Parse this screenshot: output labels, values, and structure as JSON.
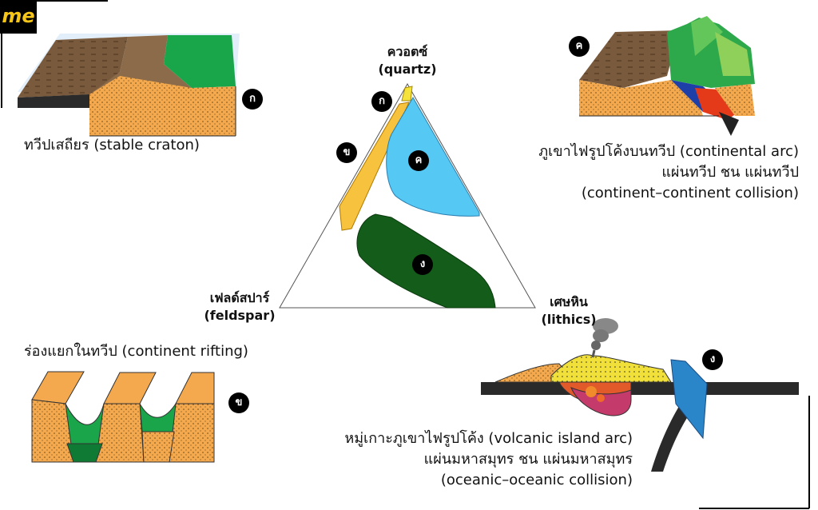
{
  "logo_text": "me",
  "vertices": {
    "quartz_th": "ควอตซ์",
    "quartz_en": "(quartz)",
    "feldspar_th": "เฟลด์สปาร์",
    "feldspar_en": "(feldspar)",
    "lithics_th": "เศษหิน",
    "lithics_en": "(lithics)"
  },
  "badges": {
    "a": "ก",
    "b": "ข",
    "c": "ค",
    "d": "ง"
  },
  "captions": {
    "craton": "ทวีปเสถียร (stable craton)",
    "arc_line1": "ภูเขาไฟรูปโค้งบนทวีป (continental arc)",
    "arc_line2": "แผ่นทวีป ชน แผ่นทวีป",
    "arc_line3": "(continent–continent collision)",
    "rift": "ร่องแยกในทวีป (continent rifting)",
    "island_line1": "หมู่เกาะภูเขาไฟรูปโค้ง (volcanic island arc)",
    "island_line2": "แผ่นมหาสมุทร ชน แผ่นมหาสมุทร",
    "island_line3": "(oceanic–oceanic collision)"
  },
  "colors": {
    "sand": "#f4a94e",
    "green": "#1aa54a",
    "dark_green": "#145c19",
    "light_blue": "#55c8f4",
    "yellow": "#f7c23d",
    "brown": "#7a5a3c",
    "black": "#000000"
  }
}
